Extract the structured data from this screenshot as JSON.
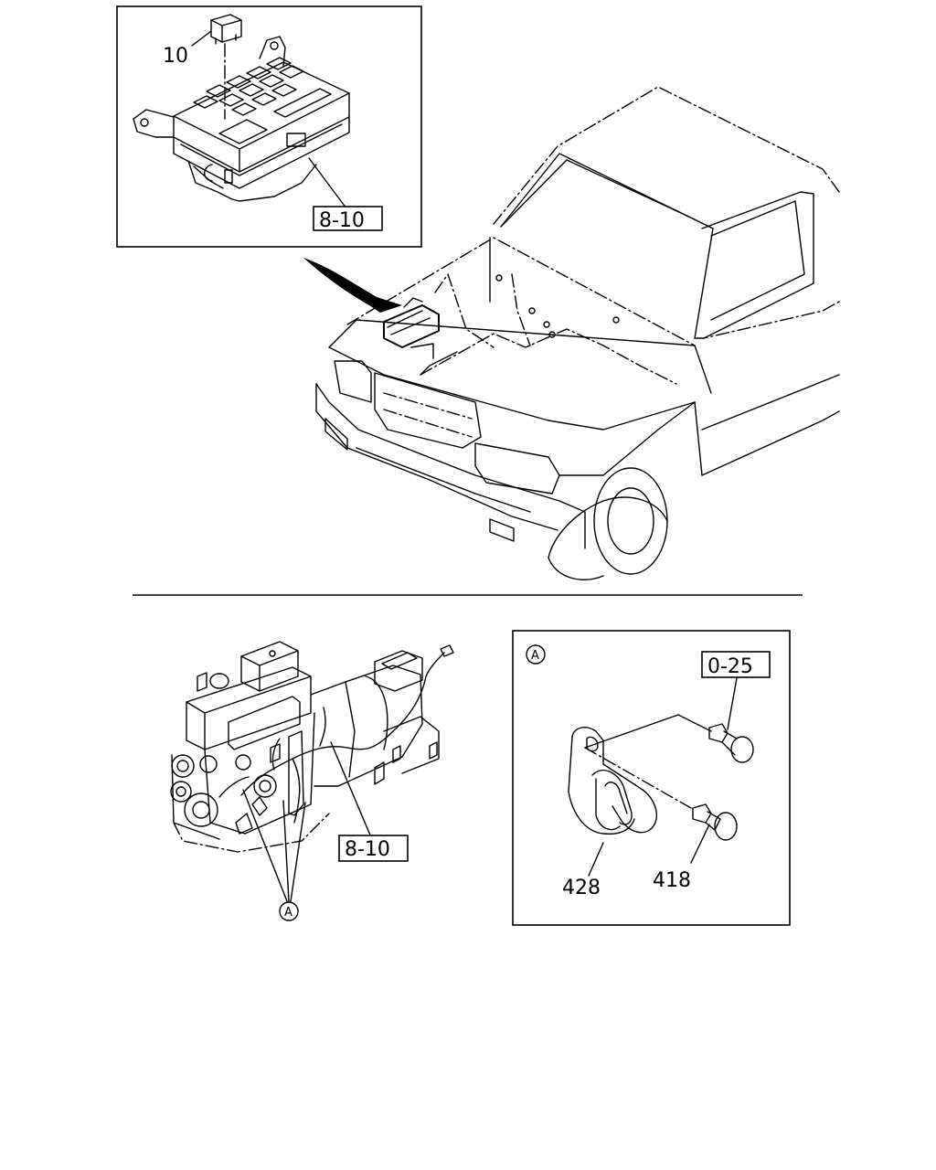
{
  "callouts": {
    "relay": "10",
    "fuse_box_ref": "8-10",
    "harness_ref": "8-10",
    "clip_ref": "0-25",
    "clip": "428",
    "bolt": "418",
    "detail_marker": "A",
    "detail_marker_box": "A"
  }
}
